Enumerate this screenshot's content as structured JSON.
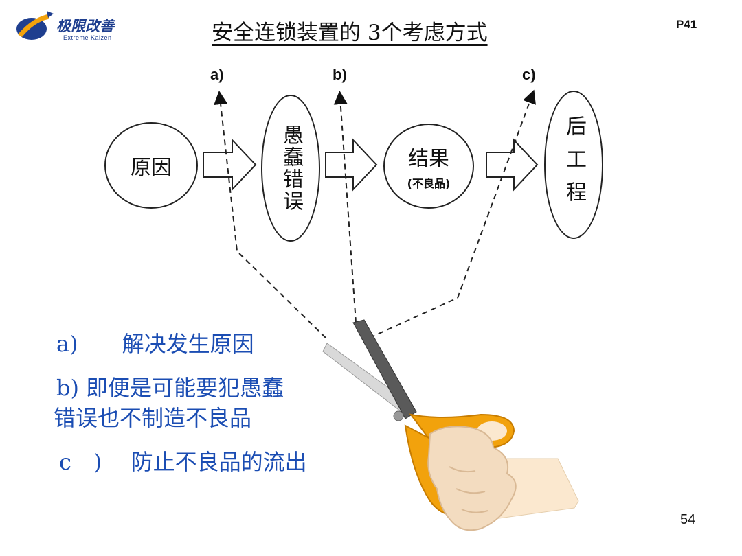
{
  "logo": {
    "cn_text": "极限改善",
    "en_text": "Extreme Kaizen"
  },
  "title": "安全连锁装置的 3个考虑方式",
  "page_ref": "P41",
  "page_number": "54",
  "diagram": {
    "step_labels": [
      "a)",
      "b)",
      "c)"
    ],
    "nodes": {
      "cause": "原因",
      "mistake": "愚蠢错误",
      "result": "结果",
      "result_sub": "(不良品)",
      "next_process": "后工程"
    }
  },
  "explanations": {
    "a": "a)　　解决发生原因",
    "b_line1": "b) 即便是可能要犯愚蠢",
    "b_line2": "错误也不制造不良品",
    "c": "c　)　 防止不良品的流出"
  },
  "colors": {
    "explanation_text": "#1b4db3",
    "logo_text": "#1f3f8f",
    "logo_accent": "#f2a20c",
    "scissor_handle": "#f2a20c",
    "hand": "#f3dcc0"
  },
  "icons": {
    "scissors": "scissors-hand-illustration"
  }
}
